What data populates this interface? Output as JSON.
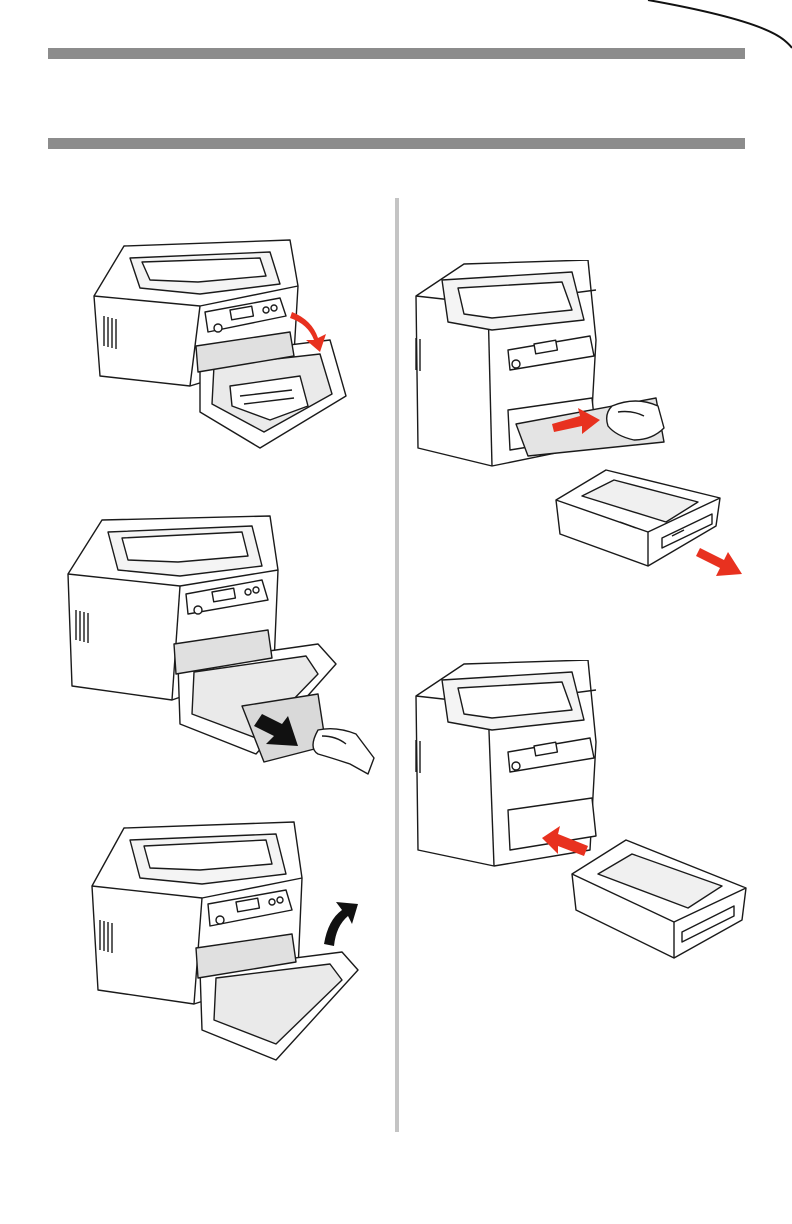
{
  "page": {
    "background": "#ffffff"
  },
  "header": {
    "bar_color": "#8c8c8c",
    "divider_color": "#c4c4c4"
  },
  "colors": {
    "line": "#1a1a1a",
    "shadow": "#d9d9d9",
    "arrow_red": "#e8311f",
    "arrow_black": "#111111"
  },
  "illustrations": [
    {
      "name": "printer-open-front-cover",
      "arrow": "red-arrow-down"
    },
    {
      "name": "printer-remove-jammed-sheet",
      "arrow": "black-arrow-out"
    },
    {
      "name": "printer-close-front-cover",
      "arrow": "black-arrow-up"
    },
    {
      "name": "printer-pull-sheet-from-tray-slot",
      "arrow": "red-arrow-right"
    },
    {
      "name": "paper-tray-pulled-out",
      "arrow": "red-arrow-down-right"
    },
    {
      "name": "printer-insert-paper-tray",
      "arrow": "red-arrow-left"
    }
  ]
}
